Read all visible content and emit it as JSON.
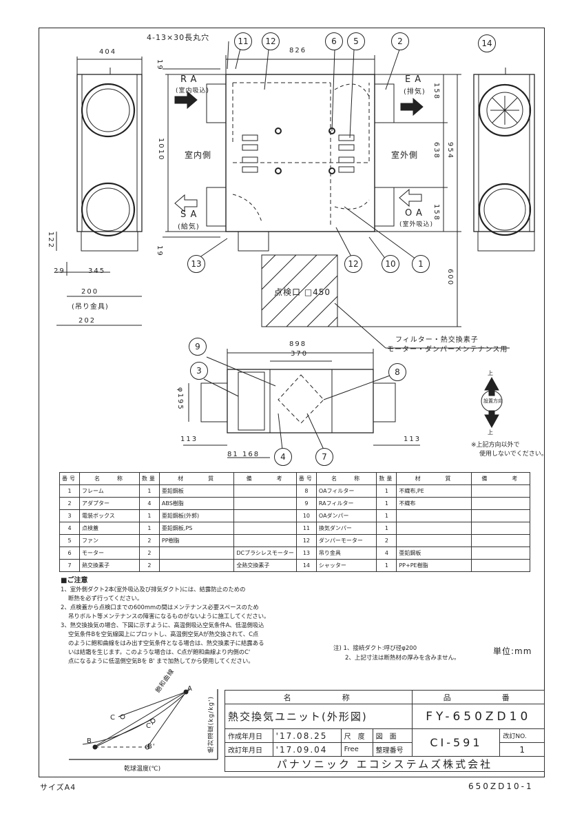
{
  "labels": {
    "slot": "4-13×30長丸穴",
    "ra": "RA",
    "ra_sub": "(室内吸込)",
    "ea": "EA",
    "ea_sub": "(排気)",
    "sa": "SA",
    "sa_sub": "(給気)",
    "oa": "OA",
    "oa_sub": "(室外吸込)",
    "indoor": "室内側",
    "outdoor": "室外側",
    "inspect": "点検口 □450",
    "maint1": "フィルター・熱交換素子",
    "maint2": "モーター・ダンパーメンテナンス用",
    "up": "上",
    "down": "上",
    "install_dir": "設置方向",
    "install_note1": "※上記方向以外で",
    "install_note2": "使用しないでください。",
    "hanger": "(吊り金具)"
  },
  "dims": {
    "d404": "404",
    "d826": "826",
    "d19a": "19",
    "d19b": "19",
    "d1010": "1010",
    "d158a": "158",
    "d638": "638",
    "d954": "954",
    "d158b": "158",
    "d122": "122",
    "d29": "29",
    "d345": "345",
    "d200": "200",
    "d202": "202",
    "d600": "600",
    "d898": "898",
    "d370": "370",
    "d195": "φ195",
    "d113a": "113",
    "d113b": "113",
    "d81": "81",
    "d168": "168"
  },
  "callouts": [
    "11",
    "12",
    "6",
    "5",
    "2",
    "14",
    "13",
    "12",
    "10",
    "1",
    "9",
    "3",
    "8",
    "4",
    "7"
  ],
  "parts_header": [
    "番号",
    "名　　称",
    "数量",
    "材　　　質",
    "備　　　考",
    "番号",
    "名　　称",
    "数量",
    "材　　　質",
    "備　　　考"
  ],
  "parts": [
    [
      "1",
      "フレーム",
      "1",
      "亜鉛鋼板",
      "",
      "8",
      "OAフィルター",
      "1",
      "不織布,PE",
      ""
    ],
    [
      "2",
      "アダプター",
      "4",
      "ABS樹脂",
      "",
      "9",
      "RAフィルター",
      "1",
      "不織布",
      ""
    ],
    [
      "3",
      "電装ボックス",
      "1",
      "亜鉛鋼板(外郭)",
      "",
      "10",
      "OAダンパー",
      "1",
      "",
      ""
    ],
    [
      "4",
      "点検蓋",
      "1",
      "亜鉛鋼板,PS",
      "",
      "11",
      "換気ダンパー",
      "1",
      "",
      ""
    ],
    [
      "5",
      "ファン",
      "2",
      "PP樹脂",
      "",
      "12",
      "ダンパーモーター",
      "2",
      "",
      ""
    ],
    [
      "6",
      "モーター",
      "2",
      "",
      "DCブラシレスモーター",
      "13",
      "吊り金具",
      "4",
      "亜鉛鋼板",
      ""
    ],
    [
      "7",
      "熱交換素子",
      "2",
      "",
      "全熱交換素子",
      "14",
      "シャッター",
      "1",
      "PP+PE樹脂",
      ""
    ]
  ],
  "notes": {
    "heading": "■ご注意",
    "lines": [
      "1、室外側ダクト2本(室外吸込及び排気ダクト)には、結露防止のための",
      "　 断熱を必ず行ってください。",
      "2、点検蓋から点検口までの600mmの間はメンテナンス必要スペースのため",
      "　 吊りボルト等メンテナンスの障害になるものがないように施工してください。",
      "3、熱交換換気の場合、下図に示すように、高温側吸込空気条件A、低温側吸込",
      "　 空気条件Bを空気線図上にプロットし、高温側空気Aが熱交換されて、C点",
      "　 のように飽和曲線をはみ出す空気条件となる場合は、熱交換素子に結露ある",
      "　 いは結霜を生じます。このような場合は、C点が飽和曲線より内側のC'",
      "　 点になるように低温側空気Bを B' まで加熱してから使用してください。"
    ],
    "remark1": "注) 1、接続ダクト:呼び径φ200",
    "remark2": "　　2、上記寸法は断熱材の厚みを含みません。",
    "unit": "単位:mm"
  },
  "psy": {
    "curve": "飽和曲線",
    "ylabel": "絶対湿度(kg/kg')",
    "xlabel": "乾球温度(℃)",
    "A": "A",
    "B": "B",
    "C": "C",
    "C2": "C'",
    "B2": "B'"
  },
  "title_block": {
    "name_h": "名　　　　称",
    "no_h": "品　　　　番",
    "name": "熱交換気ユニット(外形図)",
    "model": "FY-650ZD10",
    "created_l": "作成年月日",
    "created": "'17.08.25",
    "scale_l": "尺　度",
    "scale": "Free",
    "drawing_l": "図　面",
    "drawing_l2": "整理番号",
    "revised_l": "改訂年月日",
    "revised": "'17.09.04",
    "drawing_no": "CI-591",
    "rev_l": "改訂NO.",
    "rev": "1",
    "company": "パナソニック エコシステムズ株式会社"
  },
  "footer": {
    "size": "サイズA4",
    "code": "650ZD10-1"
  }
}
